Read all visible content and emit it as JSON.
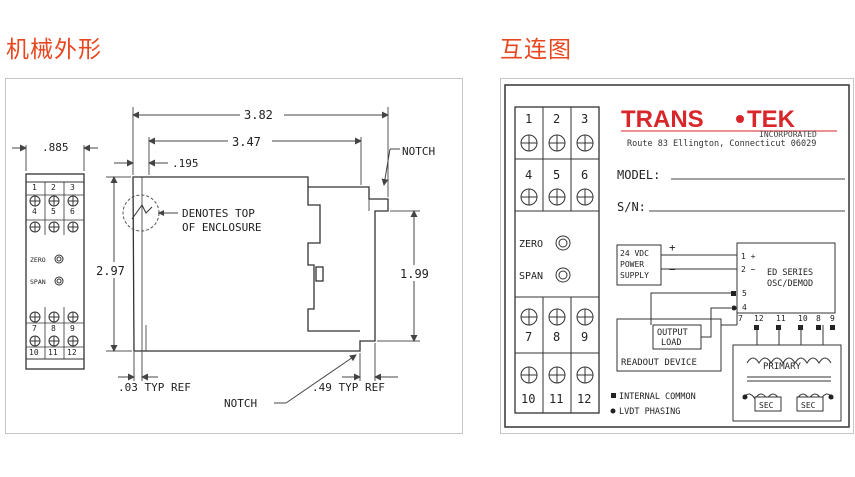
{
  "titles": {
    "left": "机械外形",
    "right": "互连图"
  },
  "colors": {
    "title": "#e8461e",
    "brand_red": "#d8262b",
    "line": "#333333",
    "dim_line": "#555555"
  },
  "mech": {
    "terminal_numbers": [
      "1",
      "2",
      "3",
      "4",
      "5",
      "6",
      "7",
      "8",
      "9",
      "10",
      "11",
      "12"
    ],
    "zero_label": "ZERO",
    "span_label": "SPAN",
    "dim_width": ".885",
    "dim_total": "3.82",
    "dim_347": "3.47",
    "dim_195": ".195",
    "dim_height": "2.97",
    "dim_199": "1.99",
    "dim_03": ".03 TYP REF",
    "dim_49": ".49 TYP REF",
    "notch_top": "NOTCH",
    "notch_bottom": "NOTCH",
    "denotes_line1": "DENOTES TOP",
    "denotes_line2": "OF ENCLOSURE"
  },
  "wiring": {
    "terminal_numbers": [
      "1",
      "2",
      "3",
      "4",
      "5",
      "6",
      "7",
      "8",
      "9",
      "10",
      "11",
      "12"
    ],
    "zero_label": "ZERO",
    "span_label": "SPAN",
    "brand_left": "TRANS",
    "brand_right": "TEK",
    "brand_sub": "INCORPORATED",
    "address": "Route 83 Ellington, Connecticut 06029",
    "model_label": "MODEL:",
    "sn_label": "S/N:",
    "power_lines": [
      "24 VDC",
      "POWER",
      "SUPPLY"
    ],
    "plus": "+",
    "minus": "−",
    "pin_1": "1 +",
    "pin_2": "2 −",
    "series_lines": [
      "ED SERIES",
      "OSC/DEMOD"
    ],
    "pin_5": "5",
    "pin_4": "4",
    "bottom_pins": [
      "7",
      "12",
      "11",
      "10",
      "8",
      "9"
    ],
    "output_lines": [
      "OUTPUT",
      "LOAD"
    ],
    "readout": "READOUT DEVICE",
    "primary": "PRIMARY",
    "sec_left": "SEC",
    "sec_right": "SEC",
    "legend_common": "INTERNAL COMMON",
    "legend_phasing": "LVDT PHASING"
  }
}
